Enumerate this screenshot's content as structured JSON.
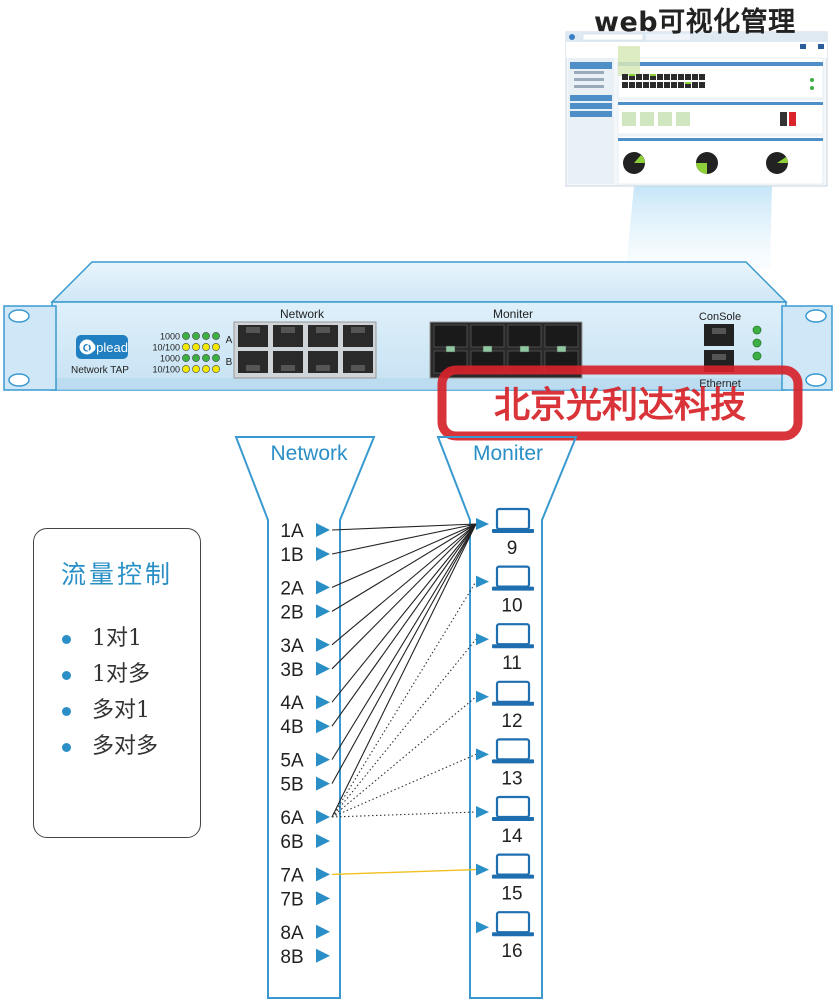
{
  "web_title": "web可视化管理",
  "device": {
    "brand": "Oplead",
    "model": "Network TAP",
    "network_label": "Network",
    "moniter_label": "Moniter",
    "console_label": "ConSole",
    "ethernet_label": "Ethernet",
    "led_rows": [
      {
        "speed": "1000",
        "port": "A"
      },
      {
        "speed": "10/100",
        "port": ""
      },
      {
        "speed": "1000",
        "port": "B"
      },
      {
        "speed": "10/100",
        "port": ""
      }
    ]
  },
  "stamp": "北京光利达科技",
  "funnels": {
    "network": "Network",
    "moniter": "Moniter"
  },
  "network_ports": [
    "1A",
    "1B",
    "2A",
    "2B",
    "3A",
    "3B",
    "4A",
    "4B",
    "5A",
    "5B",
    "6A",
    "6B",
    "7A",
    "7B",
    "8A",
    "8B"
  ],
  "monitor_ports": [
    "9",
    "10",
    "11",
    "12",
    "13",
    "14",
    "15",
    "16"
  ],
  "legend": {
    "title": "流量控制",
    "items": [
      "1对1",
      "1对多",
      "多对1",
      "多对多"
    ]
  },
  "colors": {
    "accent": "#2a8fc6",
    "funnel_stroke": "#3a9ad0",
    "chassis": "#d9ecf8",
    "stamp": "#d6232a",
    "led_green": "#3cb043",
    "led_yellow": "#f2e800",
    "link_yellow": "#f0c020"
  }
}
